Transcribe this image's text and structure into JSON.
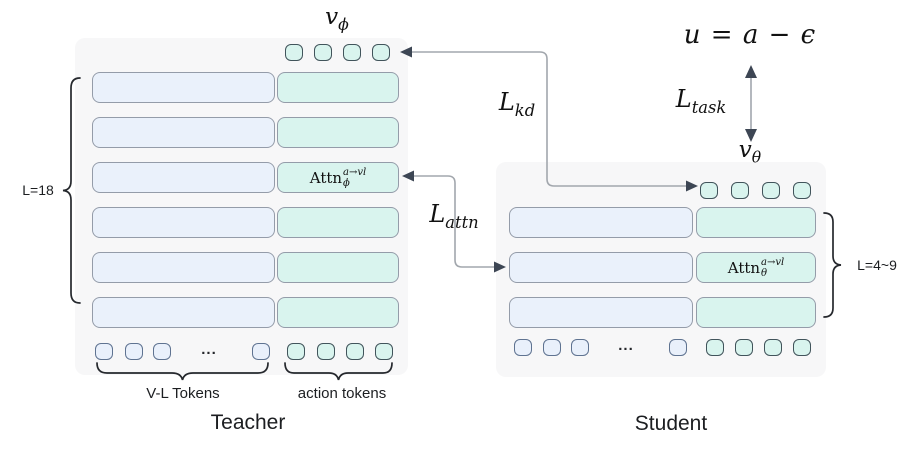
{
  "equation": "u = a − ϵ",
  "teacher": {
    "caption": "Teacher",
    "output_var": {
      "base": "v",
      "sub": "ϕ"
    },
    "depth_label": "L=18",
    "attn": {
      "base": "Attn",
      "sup": "a→vl",
      "sub": "ϕ"
    },
    "token_groups": {
      "vl": "V-L Tokens",
      "action": "action tokens"
    },
    "ellipsis": "..."
  },
  "student": {
    "caption": "Student",
    "output_var": {
      "base": "v",
      "sub": "θ"
    },
    "depth_label": "L=4~9",
    "attn": {
      "base": "Attn",
      "sup": "a→vl",
      "sub": "θ"
    },
    "ellipsis": "..."
  },
  "losses": {
    "kd": {
      "base": "L",
      "sub": "kd"
    },
    "attn": {
      "base": "L",
      "sub": "attn"
    },
    "task": {
      "base": "L",
      "sub": "task"
    }
  },
  "colors": {
    "panel_fill": "#f7f7f8",
    "vl_box_fill": "#eaf1fb",
    "action_box_fill": "#d9f4ee",
    "box_border": "#949ca9",
    "connector_line": "#a2a7ad",
    "arrowhead": "#3d4654",
    "brace": "#25282d"
  }
}
